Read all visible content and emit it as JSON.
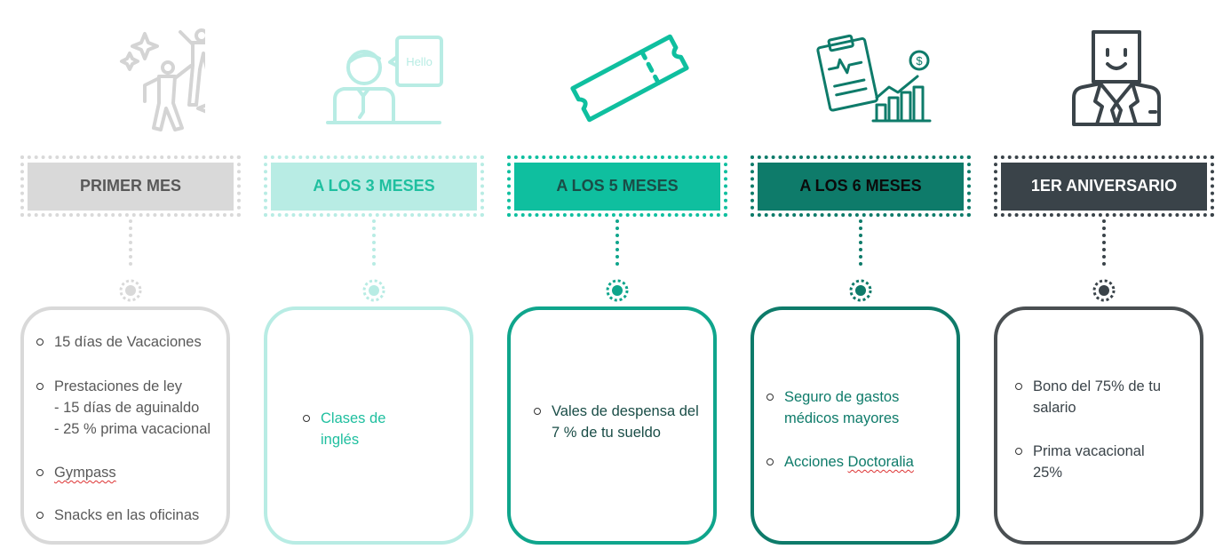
{
  "colors": {
    "gray": "#d9d9d9",
    "gray_text": "#595959",
    "mint": "#b8ece4",
    "mint_text": "#1fbf9f",
    "teal": "#0fbf9f",
    "teal_text": "#1a4d47",
    "dark_teal": "#0e7b6a",
    "dark_teal_text": "#0b0b0b",
    "slate": "#3a4349",
    "slate_text": "#ffffff"
  },
  "columns": [
    {
      "title": "PRIMER MES",
      "icon": "dancing-people-icon",
      "items": [
        {
          "text": "15 días de Vacaciones"
        },
        {
          "text": "Prestaciones de ley",
          "sub": [
            "- 15 días de aguinaldo",
            "- 25 % prima vacacional"
          ]
        },
        {
          "text": "Gympass"
        },
        {
          "text": "Snacks en las oficinas"
        }
      ]
    },
    {
      "title": "A LOS 3 MESES",
      "icon": "teacher-hello-icon",
      "icon_text": "Hello",
      "items": [
        {
          "text": "Clases de inglés"
        }
      ]
    },
    {
      "title": "A LOS 5 MESES",
      "icon": "ticket-icon",
      "items": [
        {
          "text": "Vales de despensa del 7 % de tu sueldo"
        }
      ]
    },
    {
      "title": "A LOS 6 MESES",
      "icon": "medical-chart-icon",
      "items": [
        {
          "text": "Seguro de gastos médicos mayores"
        },
        {
          "text_pre": "Acciones ",
          "text_squig": "Doctoralia"
        }
      ]
    },
    {
      "title": "1ER ANIVERSARIO",
      "icon": "smiling-businessman-icon",
      "items": [
        {
          "text": "Bono del 75% de tu salario"
        },
        {
          "text": "Prima vacacional 25%"
        }
      ]
    }
  ]
}
